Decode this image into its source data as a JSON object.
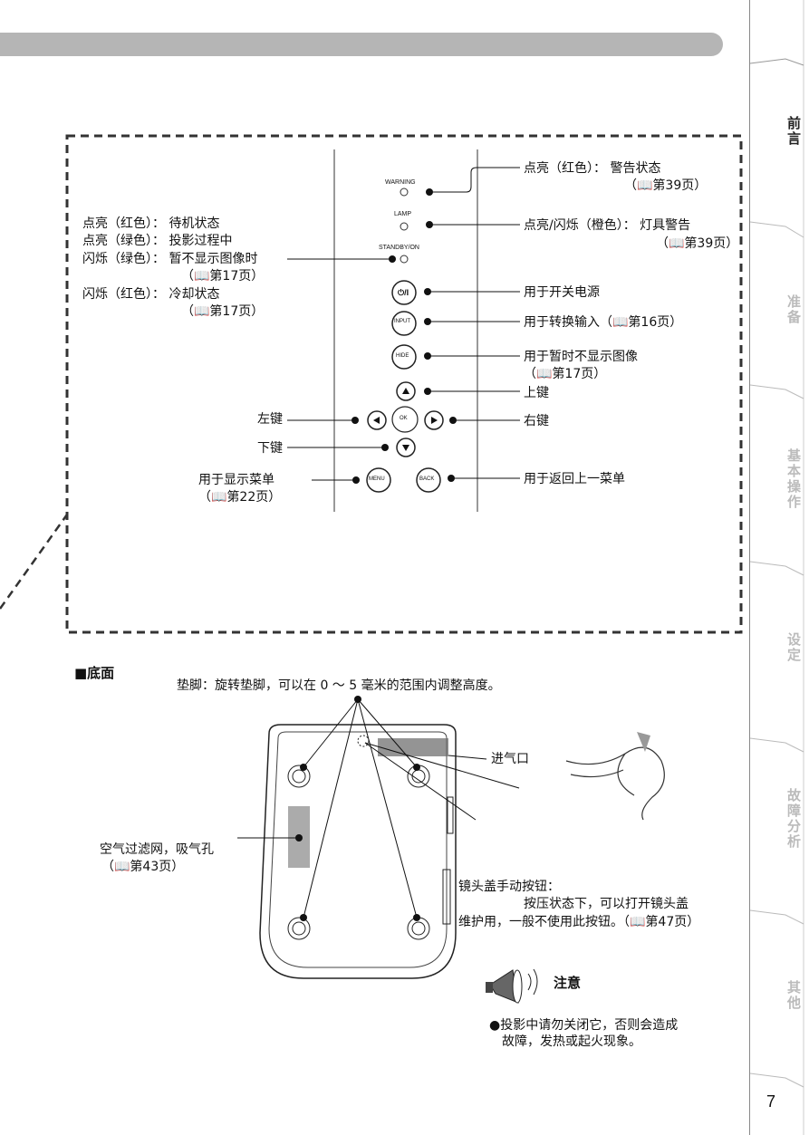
{
  "tabs": [
    {
      "label": "前言",
      "active": true
    },
    {
      "label": "准备"
    },
    {
      "label": "基本操作"
    },
    {
      "label": "设定"
    },
    {
      "label": "故障分析"
    },
    {
      "label": "其他"
    }
  ],
  "page_number": "7",
  "panel": {
    "indicators": {
      "warning": "WARNING",
      "lamp": "LAMP",
      "standby": "STANDBY/ON"
    },
    "buttons": {
      "power": "⏻/I",
      "input": "INPUT",
      "hide": "HIDE",
      "ok": "OK",
      "menu": "MENU",
      "back": "BACK"
    },
    "right": {
      "warning": "点亮（红色）： 警告状态",
      "warning_ref": "（📖第39页）",
      "lamp": "点亮/闪烁（橙色）： 灯具警告",
      "lamp_ref": "（📖第39页）",
      "power": "用于开关电源",
      "input": "用于转换输入（📖第16页）",
      "hide": "用于暂时不显示图像",
      "hide_ref": "（📖第17页）",
      "up": "上键",
      "right_key": "右键",
      "back": "用于返回上一菜单"
    },
    "left": {
      "standby_red": "点亮（红色）： 待机状态",
      "standby_green": "点亮（绿色）： 投影过程中",
      "blink_green": "闪烁（绿色）： 暂不显示图像时",
      "blink_green_ref": "（📖第17页）",
      "blink_red": "闪烁（红色）： 冷却状态",
      "blink_red_ref": "（📖第17页）",
      "left_key": "左键",
      "down_key": "下键",
      "menu": "用于显示菜单",
      "menu_ref": "（📖第22页）"
    }
  },
  "bottom": {
    "heading": "■底面",
    "feet": "垫脚：旋转垫脚，可以在 0 ～ 5 毫米的范围内调整高度。",
    "intake": "进气口",
    "filter": "空气过滤网，吸气孔",
    "filter_ref": "（📖第43页）",
    "lens_cover_1": "镜头盖手动按钮：",
    "lens_cover_2": "按压状态下，可以打开镜头盖",
    "lens_cover_3": "维护用，一般不使用此按钮。（📖第47页）"
  },
  "note": {
    "title": "注意",
    "line1": "●投影中请勿关闭它，否则会造成",
    "line2": "故障，发热或起火现象。"
  }
}
